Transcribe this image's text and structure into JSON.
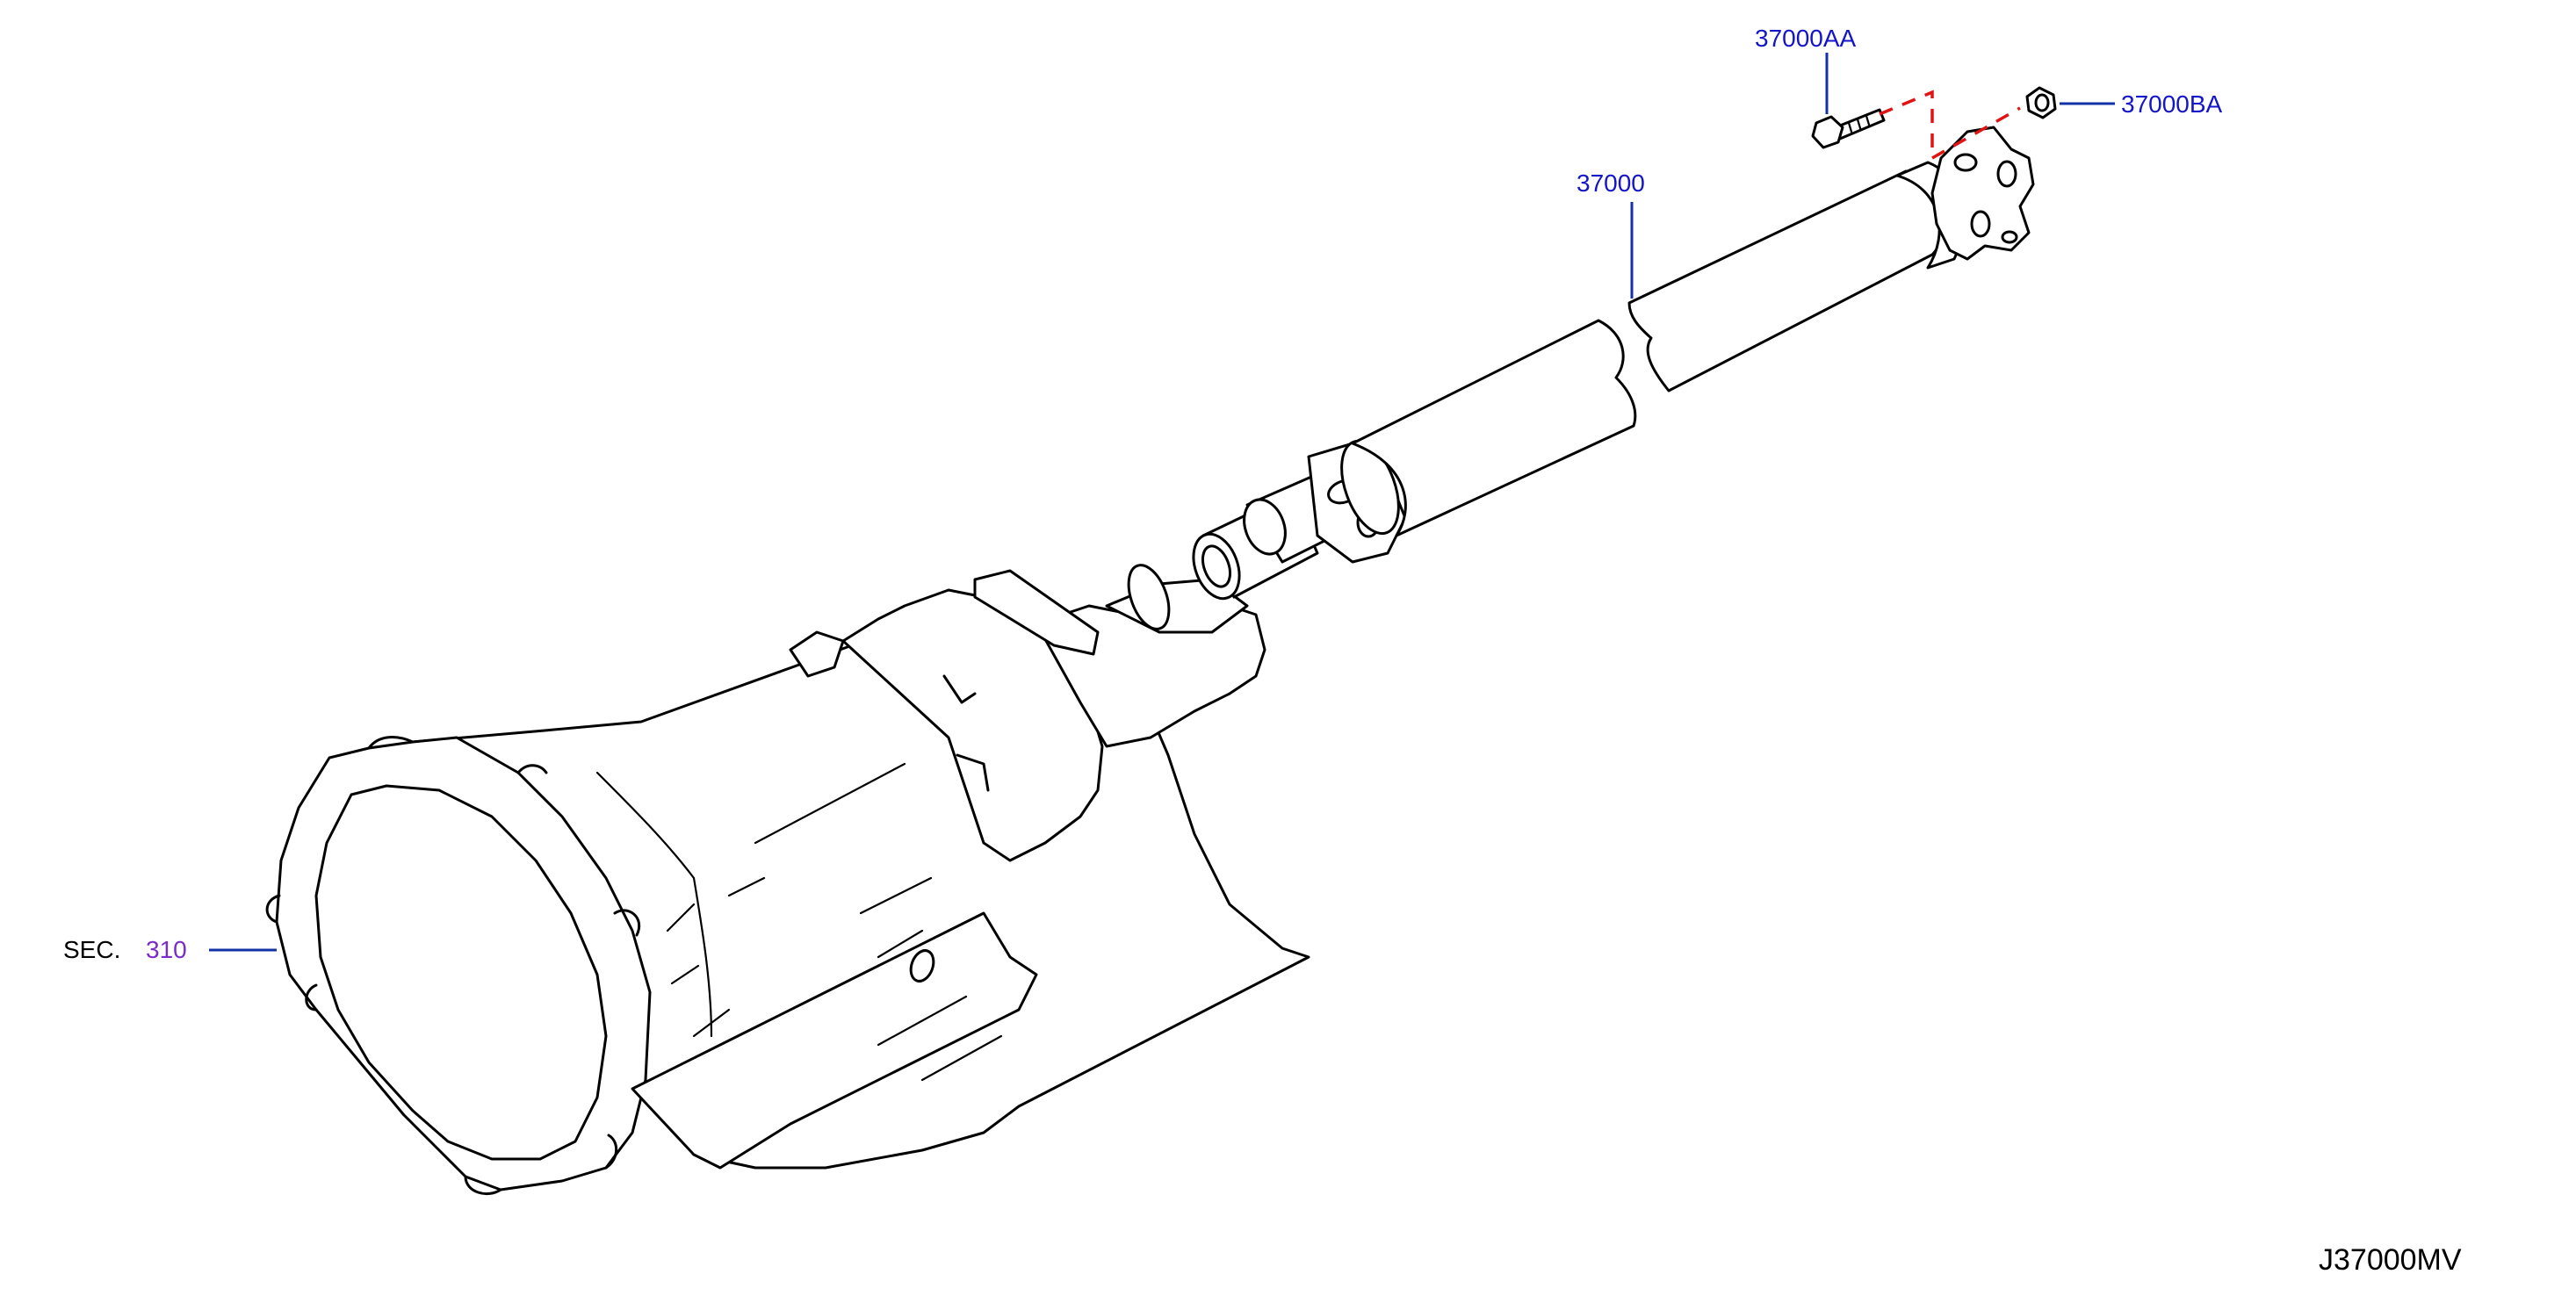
{
  "diagram": {
    "labels": {
      "bolt": "37000AA",
      "nut": "37000BA",
      "shaft": "37000",
      "section_prefix": "SEC.",
      "section_number": "310",
      "figure_code": "J37000MV"
    },
    "colors": {
      "part_number": "#1414c8",
      "section_number": "#7a2cc8",
      "leader_line": "#1432a8",
      "dashed_connector": "#e01414",
      "outline": "#000000"
    }
  }
}
